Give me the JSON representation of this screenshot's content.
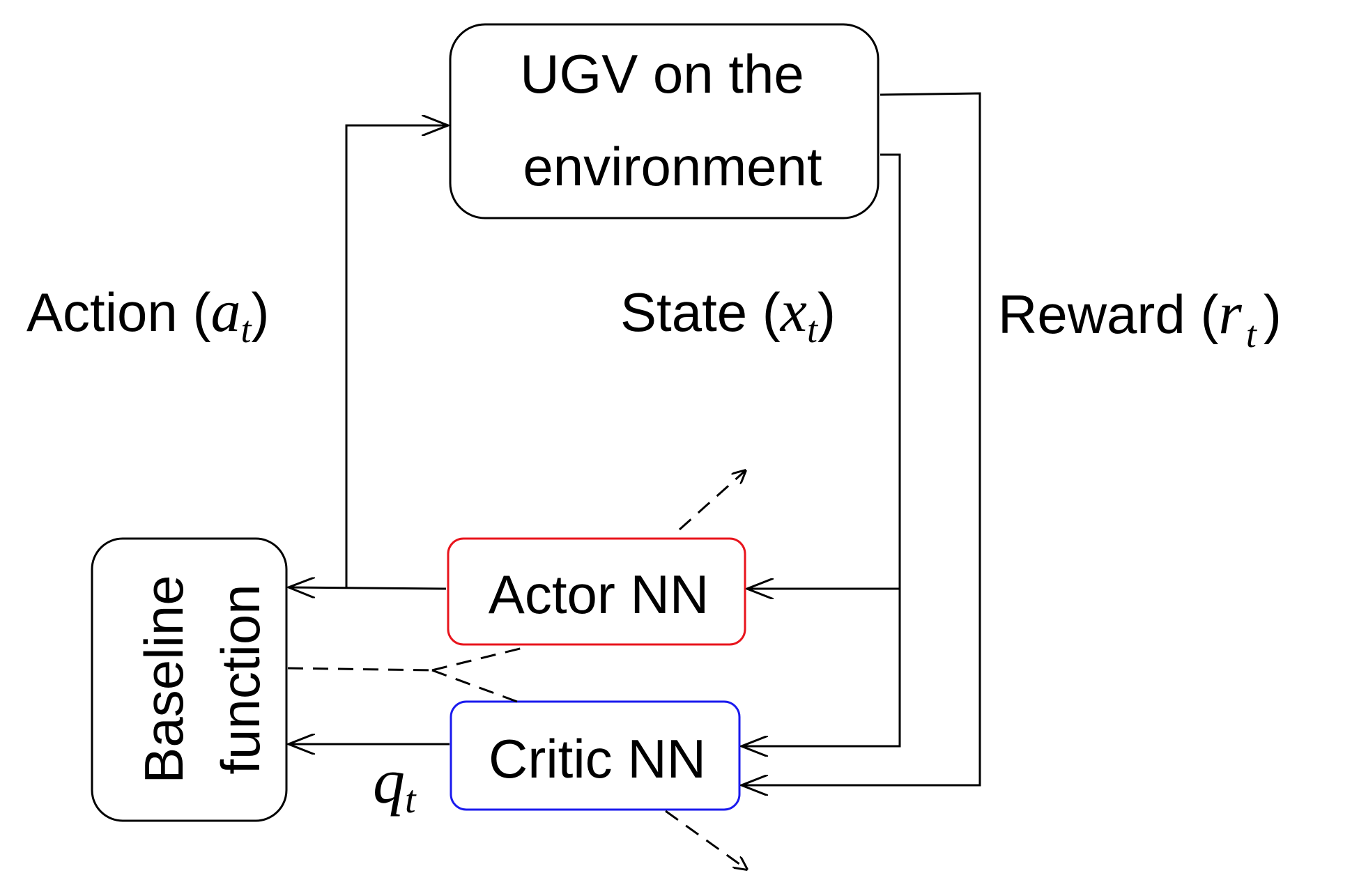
{
  "boxes": {
    "ugv": {
      "line1": "UGV on the",
      "line2": "environment"
    },
    "actor": {
      "label": "Actor NN",
      "border_color": "#e8141c"
    },
    "critic": {
      "label": "Critic NN",
      "border_color": "#1a1aee"
    },
    "baseline": {
      "line1": "Baseline",
      "line2": "function"
    }
  },
  "labels": {
    "action": {
      "word": "Action (",
      "symbol": "a",
      "subscript": "t",
      "close": ")"
    },
    "state": {
      "word": "State (",
      "symbol": "x",
      "subscript": "t",
      "close": ")"
    },
    "reward": {
      "word": "Reward (",
      "symbol": "r",
      "subscript": "t",
      "close": ")"
    },
    "q_output": {
      "symbol": "q",
      "subscript": "t"
    }
  }
}
